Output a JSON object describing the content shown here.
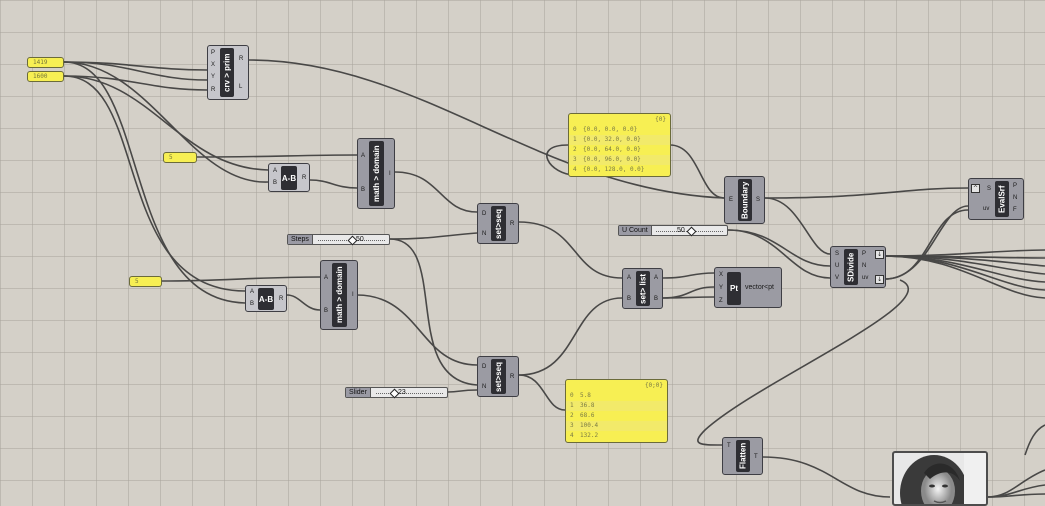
{
  "canvas": {
    "background": "#d4d0c8",
    "wire_color": "#3a3a3a",
    "panel_color": "#f7ef53"
  },
  "inputs": {
    "width_value": "1419",
    "height_value": "1600",
    "divisor_a": "5",
    "divisor_b": "5"
  },
  "components": {
    "crv_prim": {
      "title": "crv > prim",
      "ports_in": [
        "P",
        "X",
        "Y",
        "R"
      ],
      "ports_out": [
        "R",
        "L"
      ]
    },
    "ab_1": {
      "title": "A-B",
      "ports_in": [
        "A",
        "B"
      ],
      "ports_out": [
        "R"
      ]
    },
    "ab_2": {
      "title": "A-B",
      "ports_in": [
        "A",
        "B"
      ],
      "ports_out": [
        "R"
      ]
    },
    "domain_1": {
      "title": "math > domain",
      "ports_in": [
        "A",
        "B"
      ],
      "ports_out": [
        "I"
      ]
    },
    "domain_2": {
      "title": "math > domain",
      "ports_in": [
        "A",
        "B"
      ],
      "ports_out": [
        "I"
      ]
    },
    "seq_1": {
      "title": "set>seq",
      "ports_in": [
        "D",
        "N"
      ],
      "ports_out": [
        "R"
      ]
    },
    "seq_2": {
      "title": "set>seq",
      "ports_in": [
        "D",
        "N"
      ],
      "ports_out": [
        "R"
      ]
    },
    "set_list": {
      "title": "set> list",
      "ports_in": [
        "A",
        "B"
      ],
      "ports_out": [
        "A",
        "B"
      ]
    },
    "pt": {
      "title": "Pt",
      "ports_in": [
        "X",
        "Y",
        "Z"
      ],
      "output_label": "vector<pt"
    },
    "boundary": {
      "title": "Boundary",
      "ports_in": [
        "E"
      ],
      "ports_out": [
        "S"
      ]
    },
    "sdivide": {
      "title": "SDivide",
      "ports_in": [
        "S",
        "U",
        "V"
      ],
      "ports_out": [
        "P",
        "N",
        "uv"
      ]
    },
    "evalsrf": {
      "title": "EvalSrf",
      "ports_in": [
        "S",
        "uv"
      ],
      "ports_out": [
        "P",
        "N",
        "F"
      ]
    },
    "flatten": {
      "title": "Flatten",
      "ports_in": [
        "T"
      ],
      "ports_out": [
        "T"
      ]
    }
  },
  "sliders": {
    "steps": {
      "label": "Steps",
      "value": "50"
    },
    "ucount": {
      "label": "U Count",
      "value": "50"
    },
    "slider": {
      "label": "Slider",
      "value": "23"
    }
  },
  "panels": {
    "points": {
      "header": "{0}",
      "rows": [
        {
          "index": "0",
          "value": "{0.0, 0.0, 0.0}"
        },
        {
          "index": "1",
          "value": "{0.0, 32.0, 0.0}"
        },
        {
          "index": "2",
          "value": "{0.0, 64.0, 0.0}"
        },
        {
          "index": "3",
          "value": "{0.0, 96.0, 0.0}"
        },
        {
          "index": "4",
          "value": "{0.0, 128.0, 0.0}"
        }
      ]
    },
    "numbers": {
      "header": "{0;0}",
      "rows": [
        {
          "index": "0",
          "value": "5.8"
        },
        {
          "index": "1",
          "value": "36.8"
        },
        {
          "index": "2",
          "value": "68.6"
        },
        {
          "index": "3",
          "value": "100.4"
        },
        {
          "index": "4",
          "value": "132.2"
        }
      ]
    }
  }
}
